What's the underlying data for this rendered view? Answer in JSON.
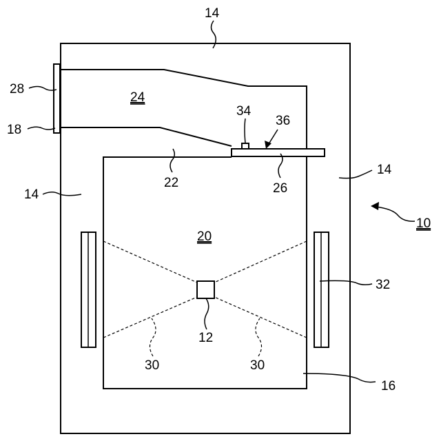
{
  "labels": {
    "ref_14_top": "14",
    "ref_14_left": "14",
    "ref_14_right": "14",
    "ref_28": "28",
    "ref_18": "18",
    "ref_24": "24",
    "ref_34": "34",
    "ref_36": "36",
    "ref_22": "22",
    "ref_26": "26",
    "ref_10": "10",
    "ref_20": "20",
    "ref_32": "32",
    "ref_12": "12",
    "ref_30_left": "30",
    "ref_30_right": "30",
    "ref_16": "16"
  }
}
